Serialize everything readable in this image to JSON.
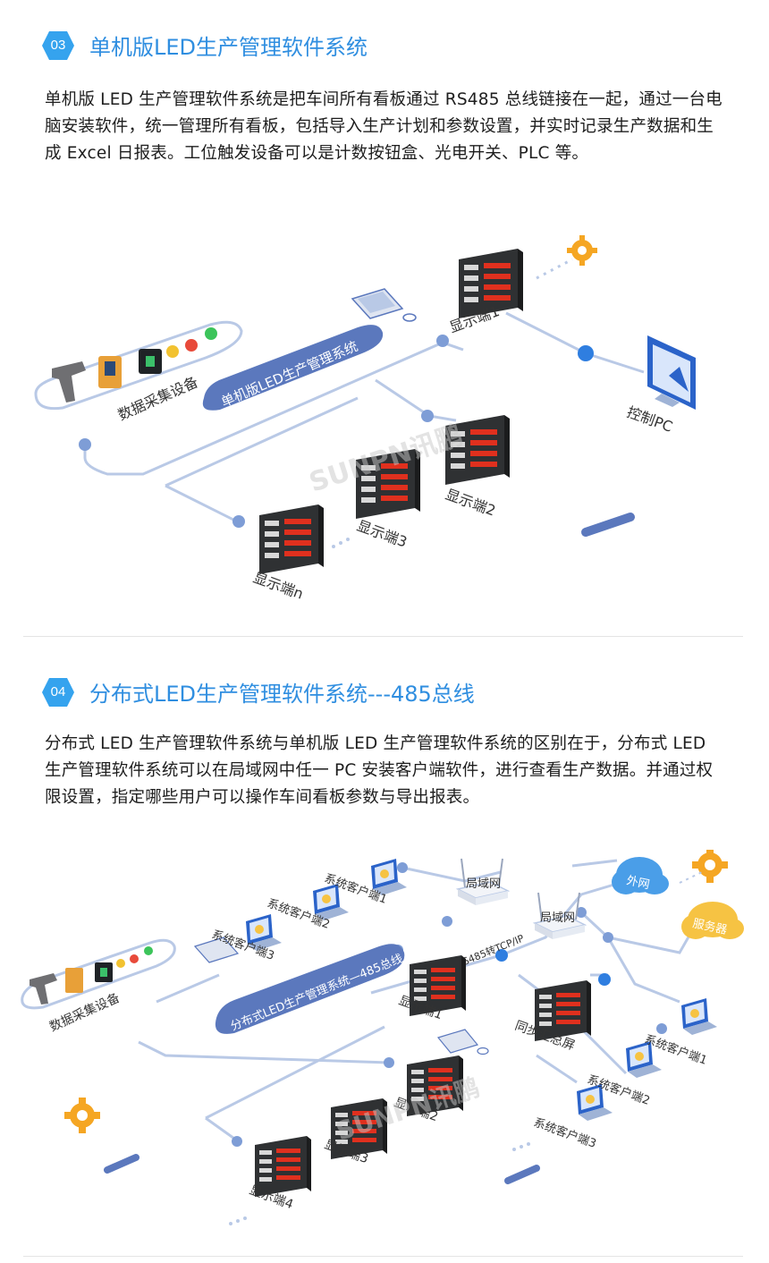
{
  "section1": {
    "badge": "03",
    "title": "单机版LED生产管理软件系统",
    "description": "单机版 LED 生产管理软件系统是把车间所有看板通过 RS485 总线链接在一起，通过一台电脑安装软件，统一管理所有看板，包括导入生产计划和参数设置，并实时记录生产数据和生成 Excel 日报表。工位触发设备可以是计数按钮盒、光电开关、PLC 等。",
    "diagram": {
      "system_label": "单机版LED生产管理系统",
      "collector_label": "数据采集设备",
      "pc_label": "控制PC",
      "displays": [
        "显示端1",
        "显示端2",
        "显示端3",
        "显示端n"
      ],
      "watermark": "SUNPN讯鹏"
    }
  },
  "section2": {
    "badge": "04",
    "title": "分布式LED生产管理软件系统---485总线",
    "description": "分布式 LED 生产管理软件系统与单机版 LED 生产管理软件系统的区别在于，分布式 LED 生产管理软件系统可以在局域网中任一 PC 安装客户端软件，进行查看生产数据。并通过权限设置，指定哪些用户可以操作车间看板参数与导出报表。",
    "diagram": {
      "system_label": "分布式LED生产管理系统—485总线",
      "collector_label": "数据采集设备",
      "rs485_label": "RS485转TCP/IP",
      "lan_labels": [
        "局域网",
        "局域网"
      ],
      "internet_label": "外网",
      "server_label": "服务器",
      "sync_label": "同步汇总屏",
      "clients_left": [
        "系统客户端1",
        "系统客户端2",
        "系统客户端3"
      ],
      "clients_right": [
        "系统客户端1",
        "系统客户端2",
        "系统客户端3"
      ],
      "displays": [
        "显示端1",
        "显示端2",
        "显示端3",
        "显示端4"
      ],
      "watermark": "SUNPN讯鹏"
    }
  },
  "colors": {
    "title_blue": "#2f8ee0",
    "badge_blue": "#35a3ee",
    "line_blue": "#b9c9e6",
    "pill_blue": "#5b78bd",
    "board_dark": "#2f3133",
    "led_red": "#e0301e",
    "gear_orange": "#f5a623",
    "cloud_blue": "#4a9ee8",
    "cloud_yellow": "#f6c343"
  },
  "icons": [
    "hexagon-badge-icon",
    "gear-icon",
    "monitor-icon",
    "keyboard-icon",
    "mouse-icon",
    "scanner-icon",
    "router-icon",
    "cloud-icon",
    "node-icon"
  ]
}
